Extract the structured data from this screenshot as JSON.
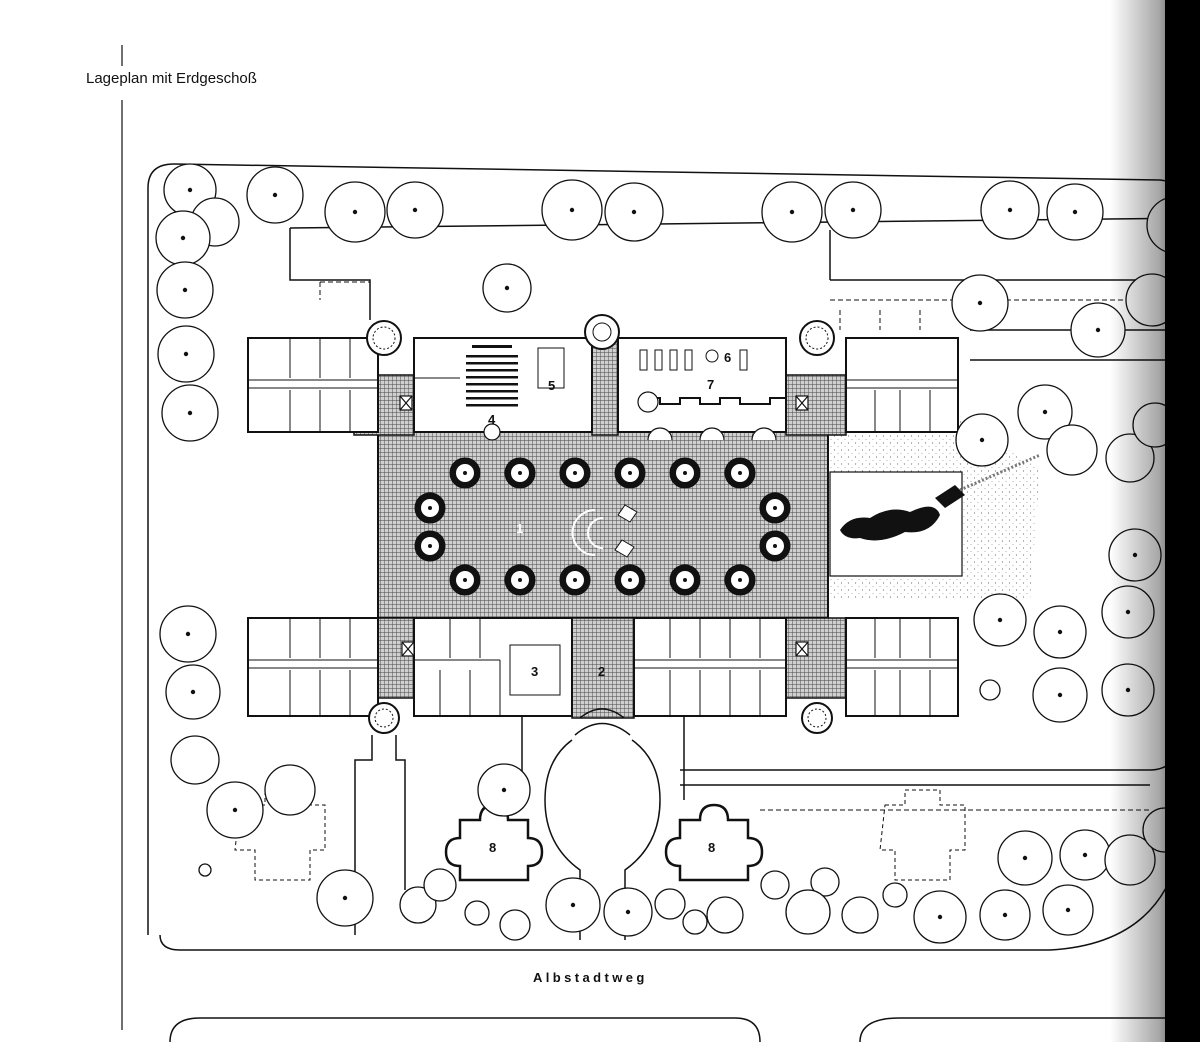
{
  "header": {
    "title": "Lageplan mit Erdgeschoß"
  },
  "street": {
    "name": "Albstadtweg"
  },
  "room_labels": [
    "1",
    "2",
    "3",
    "4",
    "5",
    "6",
    "7",
    "8",
    "8"
  ],
  "colors": {
    "ink": "#111111",
    "paper": "#ffffff",
    "hatch": "#555555",
    "edge_shadow": "#000000"
  }
}
